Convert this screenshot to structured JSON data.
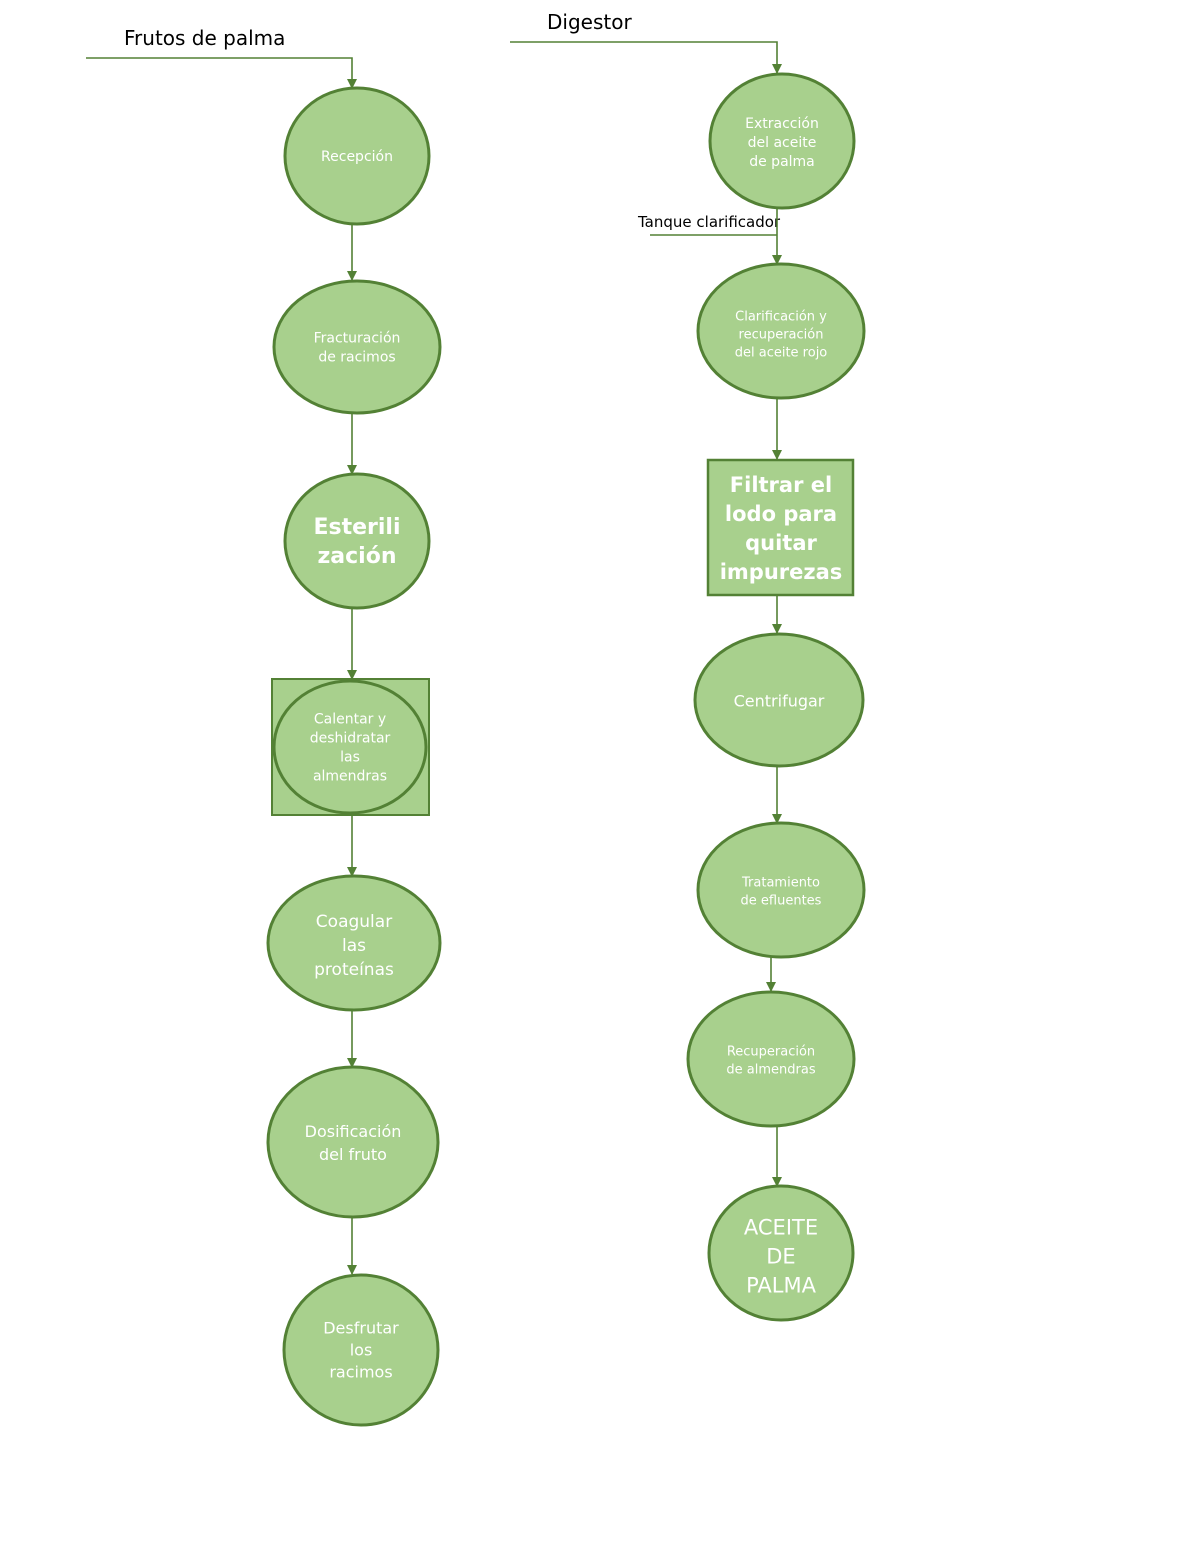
{
  "colors": {
    "fill": "#a8d08d",
    "stroke": "#538135",
    "text": "#ffffff"
  },
  "labels": {
    "frutos": "Frutos de palma",
    "digestor": "Digestor",
    "tanque": "Tanque clarificador"
  },
  "nodes": {
    "recepcion": [
      "Recepción"
    ],
    "fracturacion": [
      "Fracturación",
      "de racimos"
    ],
    "esterilizacion": [
      "Esterili",
      "zación"
    ],
    "calentar": [
      "Calentar y",
      "deshidratar",
      "las",
      "almendras"
    ],
    "coagular": [
      "Coagular",
      "las",
      "proteínas"
    ],
    "dosificacion": [
      "Dosificación",
      "del fruto"
    ],
    "desfrutar": [
      "Desfrutar",
      "los",
      "racimos"
    ],
    "extraccion": [
      "Extracción",
      "del aceite",
      "de palma"
    ],
    "clarificacion": [
      "Clarificación y",
      "recuperación",
      "del aceite rojo"
    ],
    "filtrar": [
      "Filtrar el",
      "lodo para",
      "quitar",
      "impurezas"
    ],
    "centrifugar": [
      "Centrifugar"
    ],
    "tratamiento": [
      "Tratamiento",
      "de efluentes"
    ],
    "recuperacion": [
      "Recuperación",
      "de almendras"
    ],
    "aceite": [
      "ACEITE",
      "DE",
      "PALMA"
    ]
  }
}
